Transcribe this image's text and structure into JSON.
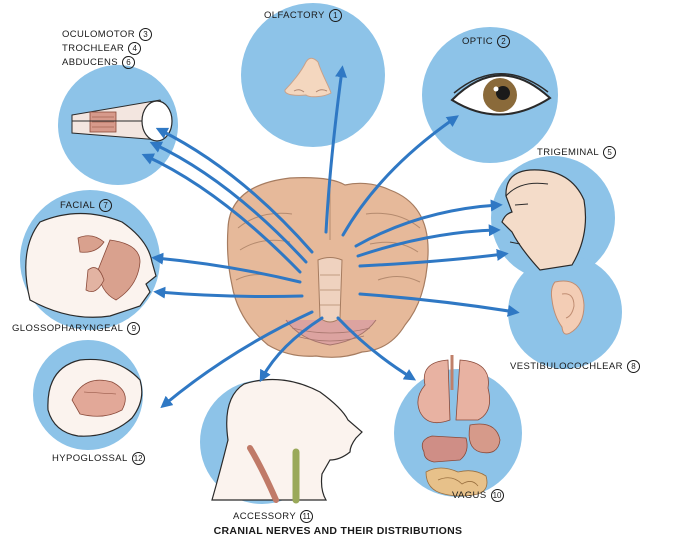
{
  "caption": "CRANIAL NERVES AND THEIR DISTRIBUTIONS",
  "colors": {
    "disc": "#8dc3e8",
    "arrow": "#2f78c4",
    "brain": "#e6b99a",
    "outline": "#2a2a2a"
  },
  "nerves": [
    {
      "name": "OLFACTORY",
      "number": "1",
      "region": "nose-icon"
    },
    {
      "name": "OPTIC",
      "number": "2",
      "region": "eye-icon"
    },
    {
      "name": "OCULOMOTOR",
      "number": "3",
      "region": "eye-muscles-icon"
    },
    {
      "name": "TROCHLEAR",
      "number": "4",
      "region": "eye-muscles-icon"
    },
    {
      "name": "TRIGEMINAL",
      "number": "5",
      "region": "face-icon"
    },
    {
      "name": "ABDUCENS",
      "number": "6",
      "region": "eye-muscles-icon"
    },
    {
      "name": "FACIAL",
      "number": "7",
      "region": "facial-muscles-icon"
    },
    {
      "name": "VESTIBULOCOCHLEAR",
      "number": "8",
      "region": "ear-icon"
    },
    {
      "name": "GLOSSOPHARYNGEAL",
      "number": "9",
      "region": "throat-icon"
    },
    {
      "name": "VAGUS",
      "number": "10",
      "region": "organs-icon"
    },
    {
      "name": "ACCESSORY",
      "number": "11",
      "region": "neck-icon"
    },
    {
      "name": "HYPOGLOSSAL",
      "number": "12",
      "region": "tongue-icon"
    }
  ]
}
